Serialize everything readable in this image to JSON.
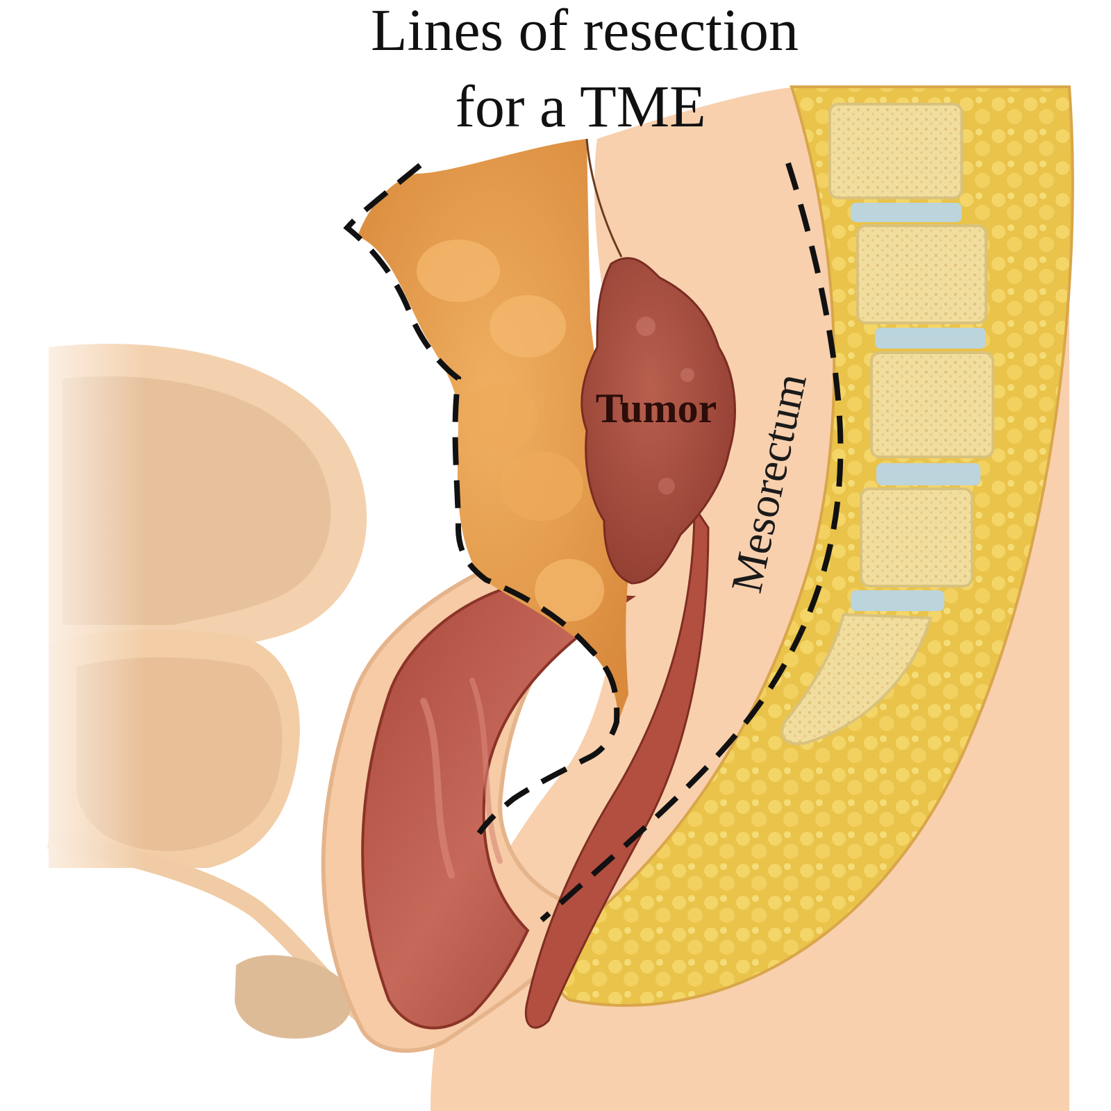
{
  "diagram": {
    "title_line1": "Lines of resection",
    "title_line2": "for a TME",
    "labels": {
      "tumor": "Tumor",
      "mesorectum": "Mesorectum"
    }
  },
  "colors": {
    "background": "#ffffff",
    "peritoneum": "#f5c9a2",
    "bladder_pale": "#f0c9a3",
    "bladder_inner": "#e2b589",
    "mesorectal_fat": "#e39a4c",
    "tumor": "#a64c3d",
    "rectal_wall": "#b7584a",
    "sacrum_fat": "#eac54a",
    "vertebra": "#f3dfa0",
    "disc": "#bcd4dc",
    "resection_line": "#111111"
  }
}
